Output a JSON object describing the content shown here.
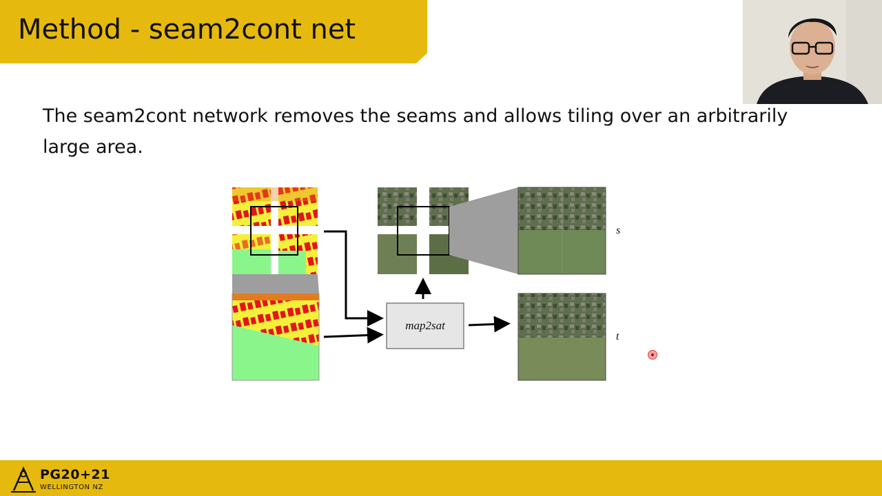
{
  "slide": {
    "title": "Method - seam2cont net",
    "body": "The seam2cont network removes the seams and allows tiling over an arbitrarily large area."
  },
  "diagram": {
    "box_label": "map2sat",
    "label_s": "s",
    "label_t": "t"
  },
  "footer": {
    "name": "PG20+21",
    "sub": "WELLINGTON NZ"
  },
  "colors": {
    "accent": "#e6b90e",
    "map_red": "#e4151a",
    "map_yellow": "#f4f03a",
    "map_green": "#8af58a",
    "map_orange": "#e47b1a"
  }
}
